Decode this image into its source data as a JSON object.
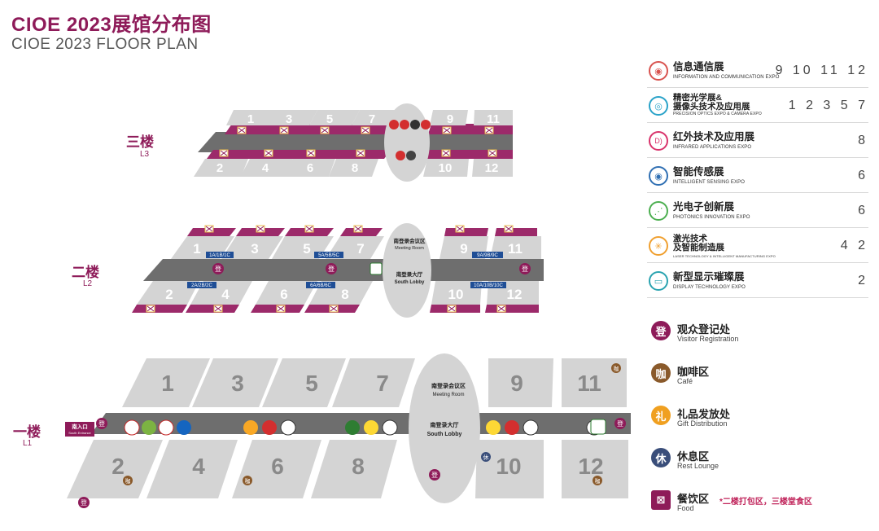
{
  "title": {
    "cn": "CIOE 2023展馆分布图",
    "en": "CIOE 2023 FLOOR PLAN"
  },
  "floors": {
    "L3": {
      "cn": "三楼",
      "en": "L3"
    },
    "L2": {
      "cn": "二楼",
      "en": "L2"
    },
    "L1": {
      "cn": "一楼",
      "en": "L1"
    }
  },
  "halls": {
    "l3_top": [
      "1",
      "3",
      "5",
      "7",
      "9",
      "11"
    ],
    "l3_bottom": [
      "2",
      "4",
      "6",
      "8",
      "10",
      "12"
    ],
    "l2_top": [
      "1",
      "3",
      "5",
      "7",
      "9",
      "11"
    ],
    "l2_bottom": [
      "2",
      "4",
      "6",
      "8",
      "10",
      "12"
    ],
    "l1_top": [
      "1",
      "3",
      "5",
      "7",
      "9",
      "11"
    ],
    "l1_bottom": [
      "2",
      "4",
      "6",
      "8",
      "10",
      "12"
    ]
  },
  "l2_tags": {
    "t1": "1A/1B/1C",
    "t2": "2A/2B/2C",
    "t5": "5A/5B/5C",
    "t6": "6A/6B/6C",
    "t9": "9A/9B/9C",
    "t10": "10A/10B/10C"
  },
  "l2_center": {
    "meeting_cn": "南登录会议区",
    "meeting_en": "Meeting Room",
    "lobby_cn": "南登录大厅",
    "lobby_en": "South Lobby"
  },
  "l1_center": {
    "meeting_cn": "南登录会议区",
    "meeting_en": "Meeting Room",
    "lobby_cn": "南登录大厅",
    "lobby_en": "South Lobby"
  },
  "entrance": {
    "cn": "南入口",
    "en": "South Entrance"
  },
  "markers": {
    "reg": "登",
    "cafe": "咖",
    "rest": "休"
  },
  "legend": [
    {
      "cn": "信息通信展",
      "en": "INFORMATION AND COMMUNICATION EXPO",
      "halls": "9 10 11 12",
      "color": "#d9534f",
      "icon": "((•))"
    },
    {
      "cn": "精密光学展&\n摄像头技术及应用展",
      "en": "PRECISION OPTICS EXPO & CAMERA EXPO",
      "halls": "1 2 3 5 7",
      "color": "#2aa3c9",
      "icon": "◎"
    },
    {
      "cn": "红外技术及应用展",
      "en": "INFRARED APPLICATIONS EXPO",
      "halls": "8",
      "color": "#d9336b",
      "icon": "D))"
    },
    {
      "cn": "智能传感展",
      "en": "INTELLIGENT SENSING EXPO",
      "halls": "6",
      "color": "#2f6fb3",
      "icon": "◉"
    },
    {
      "cn": "光电子创新展",
      "en": "PHOTONICS INNOVATION EXPO",
      "halls": "6",
      "color": "#4caf50",
      "icon": "⋰"
    },
    {
      "cn": "激光技术\n及智能制造展",
      "en": "LASER TECHNOLOGY & INTELLIGENT MANUFACTURING EXPO",
      "halls": "4 2",
      "color": "#f0a030",
      "icon": "✳"
    },
    {
      "cn": "新型显示璀璨展",
      "en": "DISPLAY TECHNOLOGY EXPO",
      "halls": "2",
      "color": "#2aa3b0",
      "icon": "▭"
    }
  ],
  "legend2": [
    {
      "cn": "观众登记处",
      "en": "Visitor Registration",
      "icon": "登",
      "color": "#8e1b59"
    },
    {
      "cn": "咖啡区",
      "en": "Café",
      "icon": "咖",
      "color": "#8a5a2b"
    },
    {
      "cn": "礼品发放处",
      "en": "Gift Distribution",
      "icon": "礼",
      "color": "#f0a020"
    },
    {
      "cn": "休息区",
      "en": "Rest Lounge",
      "icon": "休",
      "color": "#3a4e7a"
    },
    {
      "cn": "餐饮区",
      "en": "Food",
      "icon": "⊠",
      "color": "#8e1b59"
    }
  ],
  "food_note": "*二楼打包区，三楼堂食区"
}
